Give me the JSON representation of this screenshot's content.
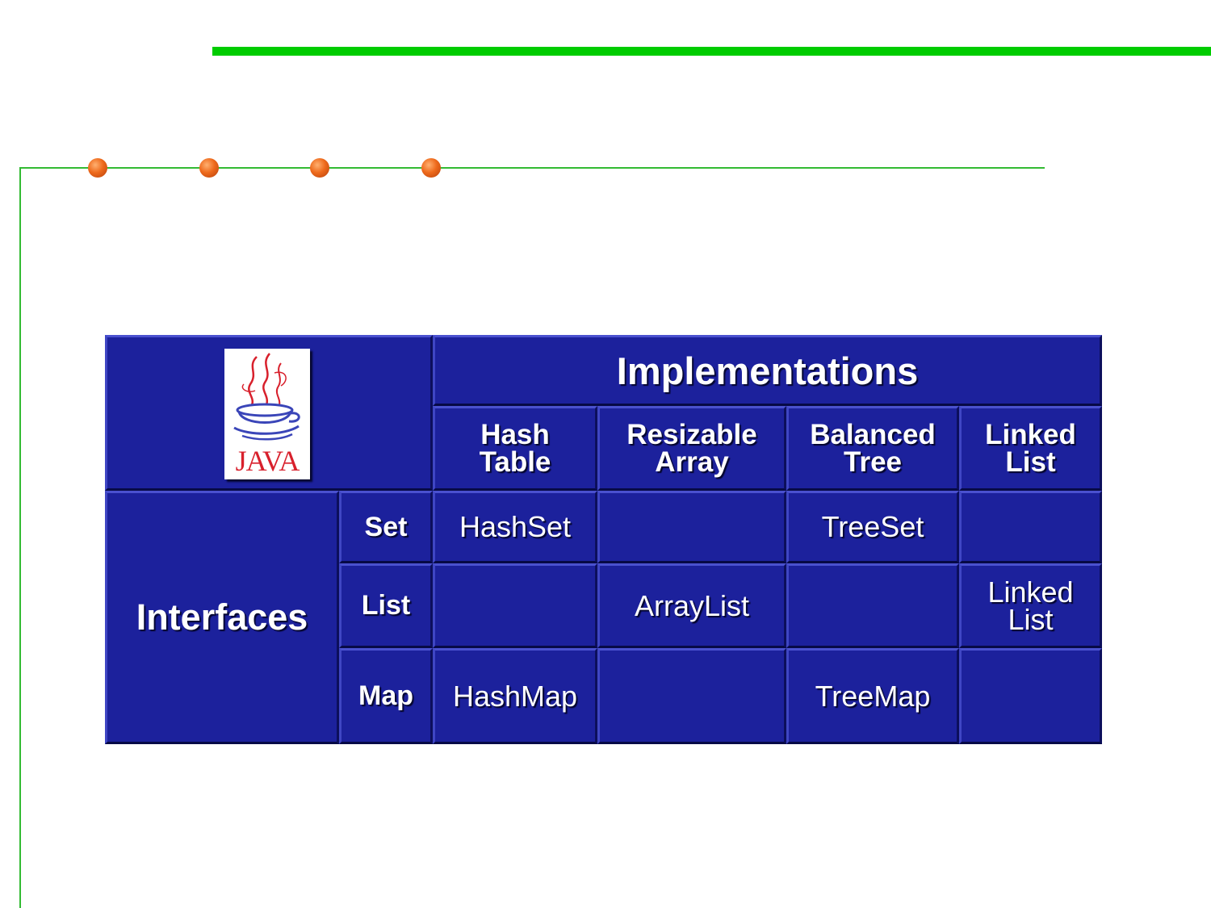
{
  "table": {
    "logo_text": "JAVA",
    "implementations_title": "Implementations",
    "interfaces_title": "Interfaces",
    "columns": [
      {
        "line1": "Hash",
        "line2": "Table"
      },
      {
        "line1": "Resizable",
        "line2": "Array"
      },
      {
        "line1": "Balanced",
        "line2": "Tree"
      },
      {
        "line1": "Linked",
        "line2": "List"
      }
    ],
    "rows": [
      {
        "label": "Set",
        "hash": "HashSet",
        "array": "",
        "tree": "TreeSet",
        "linked_line1": "",
        "linked_line2": ""
      },
      {
        "label": "List",
        "hash": "",
        "array": "ArrayList",
        "tree": "",
        "linked_line1": "Linked",
        "linked_line2": "List"
      },
      {
        "label": "Map",
        "hash": "HashMap",
        "array": "",
        "tree": "TreeMap",
        "linked_line1": "",
        "linked_line2": ""
      }
    ]
  },
  "colors": {
    "accent_green": "#00cc00",
    "cell_blue": "#1c219c",
    "bullet_orange": "#ee6a1c"
  }
}
